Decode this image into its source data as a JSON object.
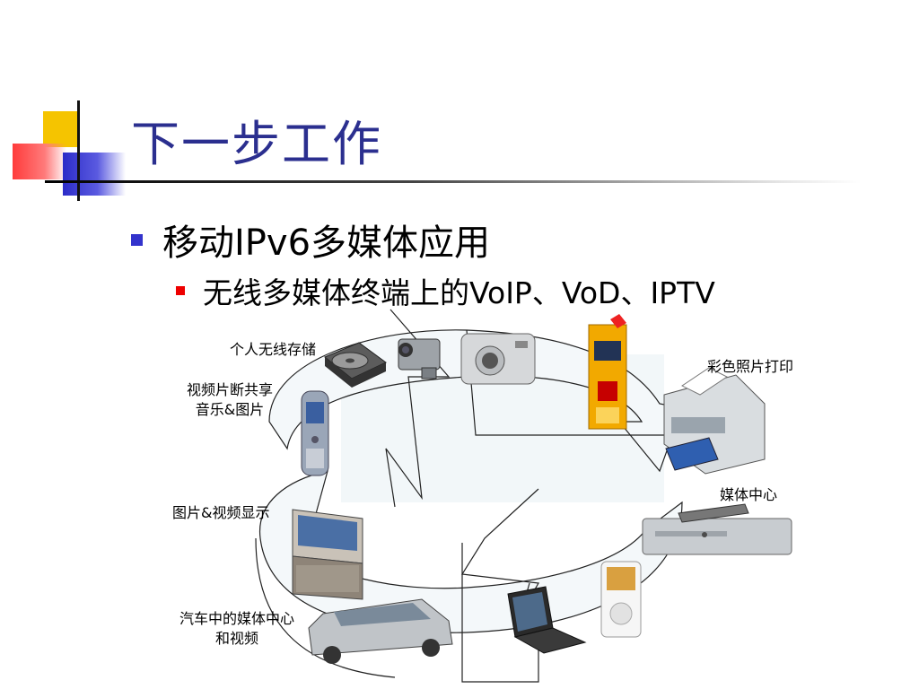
{
  "title": "下一步工作",
  "bullets": {
    "level1": "移动IPv6多媒体应用",
    "level2": "无线多媒体终端上的VoIP、VoD、IPTV"
  },
  "labels": {
    "storage": "个人无线存储",
    "share_line1": "视频片断共享",
    "share_line2": "音乐&图片",
    "photo_print": "彩色照片打印",
    "media_center": "媒体中心",
    "display": "图片&视频显示",
    "car_line1": "汽车中的媒体中心",
    "car_line2": "和视频"
  },
  "colors": {
    "title": "#2b2f8f",
    "bullet1": "#3333cc",
    "bullet2": "#ee0000",
    "accent_yellow": "#f5c400"
  }
}
